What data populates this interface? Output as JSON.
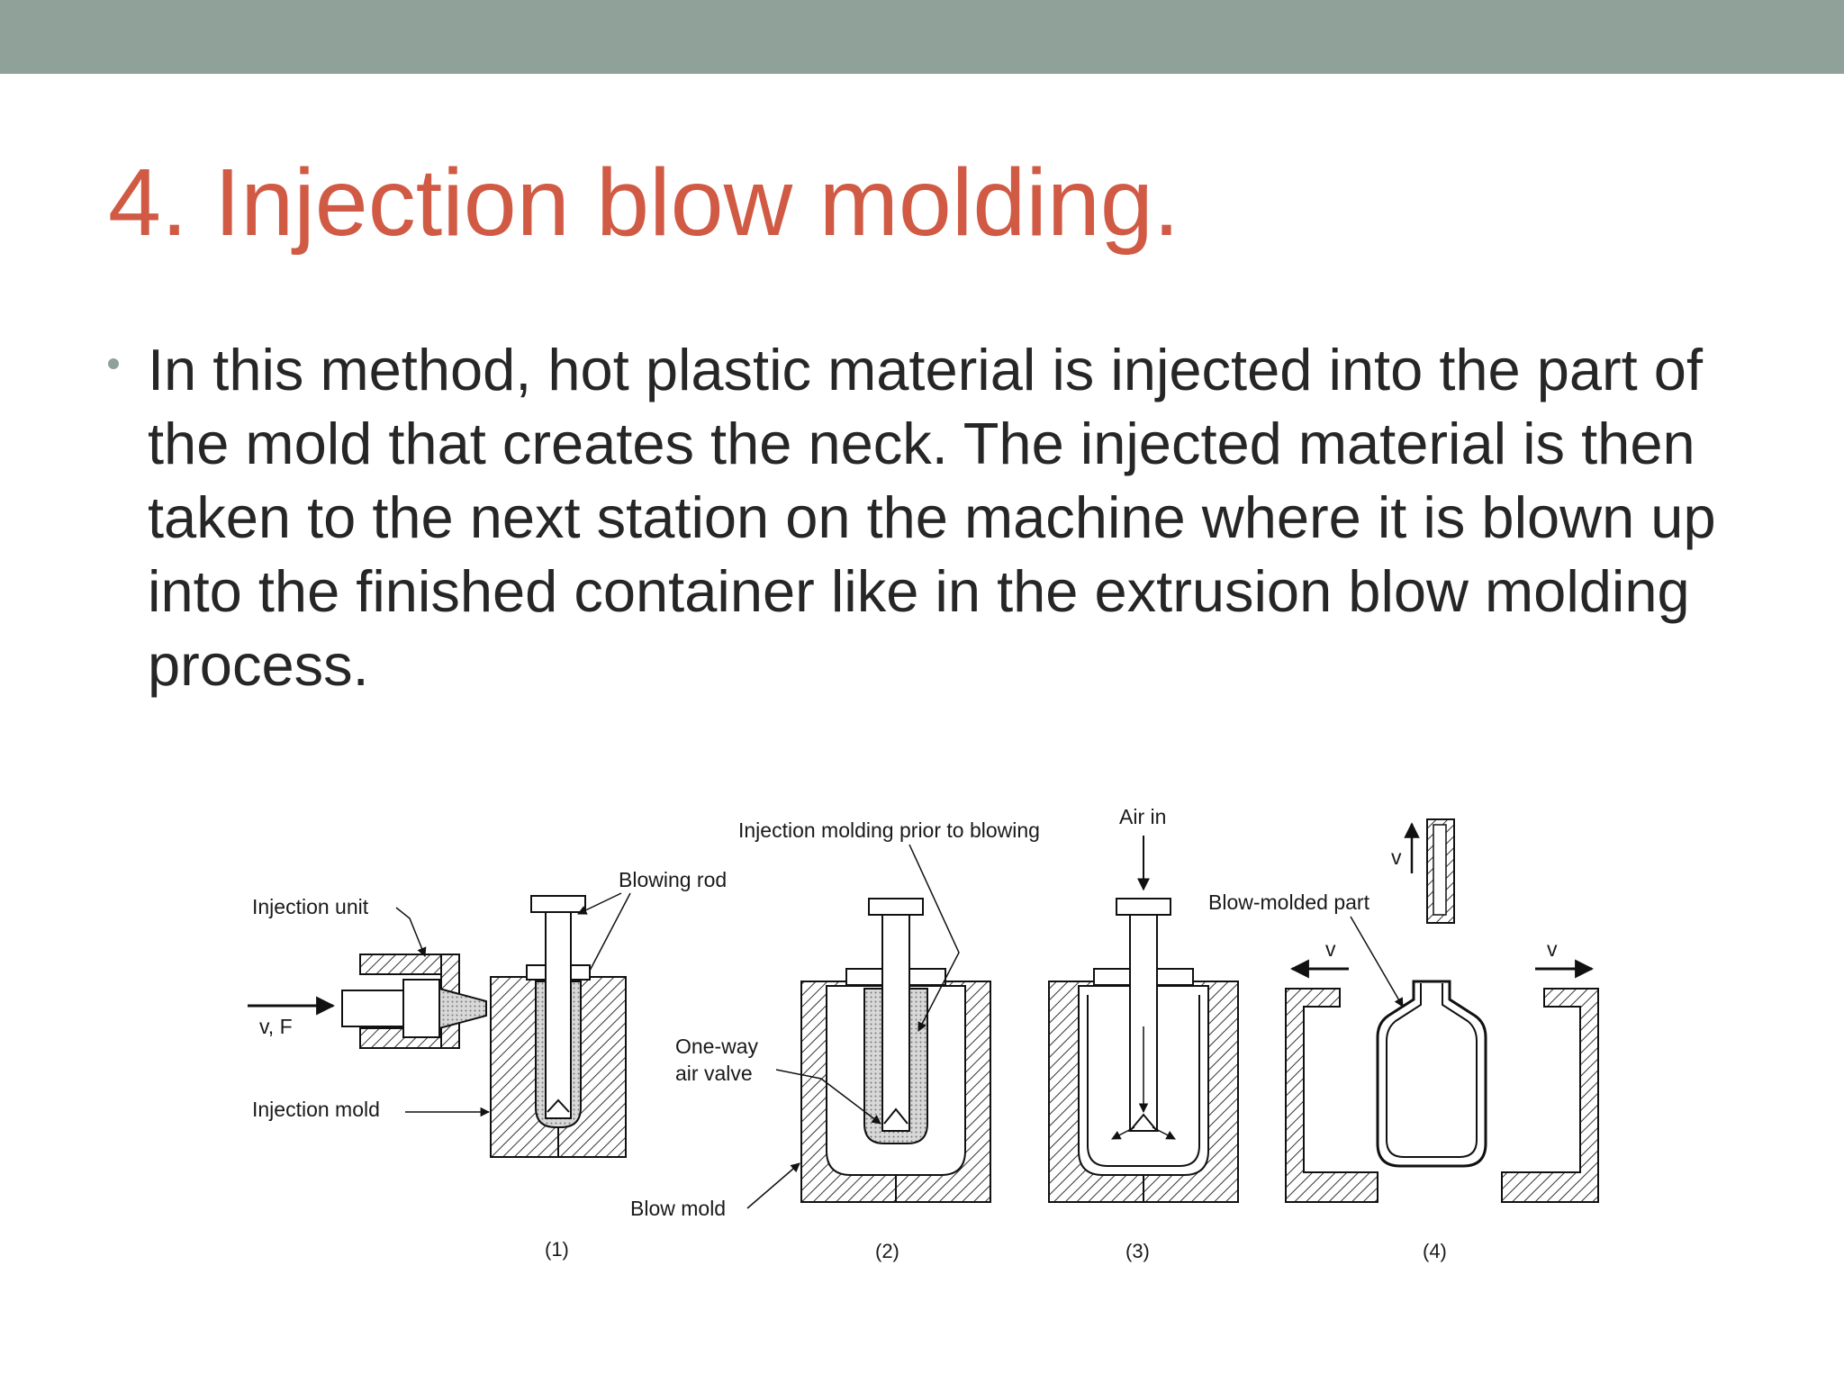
{
  "slide": {
    "title": "4. Injection blow molding.",
    "bullet": "In this method, hot plastic material is injected into the part of the mold that creates the neck. The injected material is then taken to the next station on the machine where it is blown up into the finished container like in the extrusion blow molding process."
  },
  "figure": {
    "labels": {
      "injection_unit": "Injection unit",
      "vf": "v, F",
      "injection_mold": "Injection mold",
      "blowing_rod": "Blowing rod",
      "injection_molding_prior": "Injection molding prior to blowing",
      "one_way_1": "One-way",
      "one_way_2": "air valve",
      "blow_mold": "Blow mold",
      "air_in": "Air in",
      "blow_molded_part": "Blow-molded part",
      "v": "v"
    },
    "steps": [
      "(1)",
      "(2)",
      "(3)",
      "(4)"
    ]
  }
}
